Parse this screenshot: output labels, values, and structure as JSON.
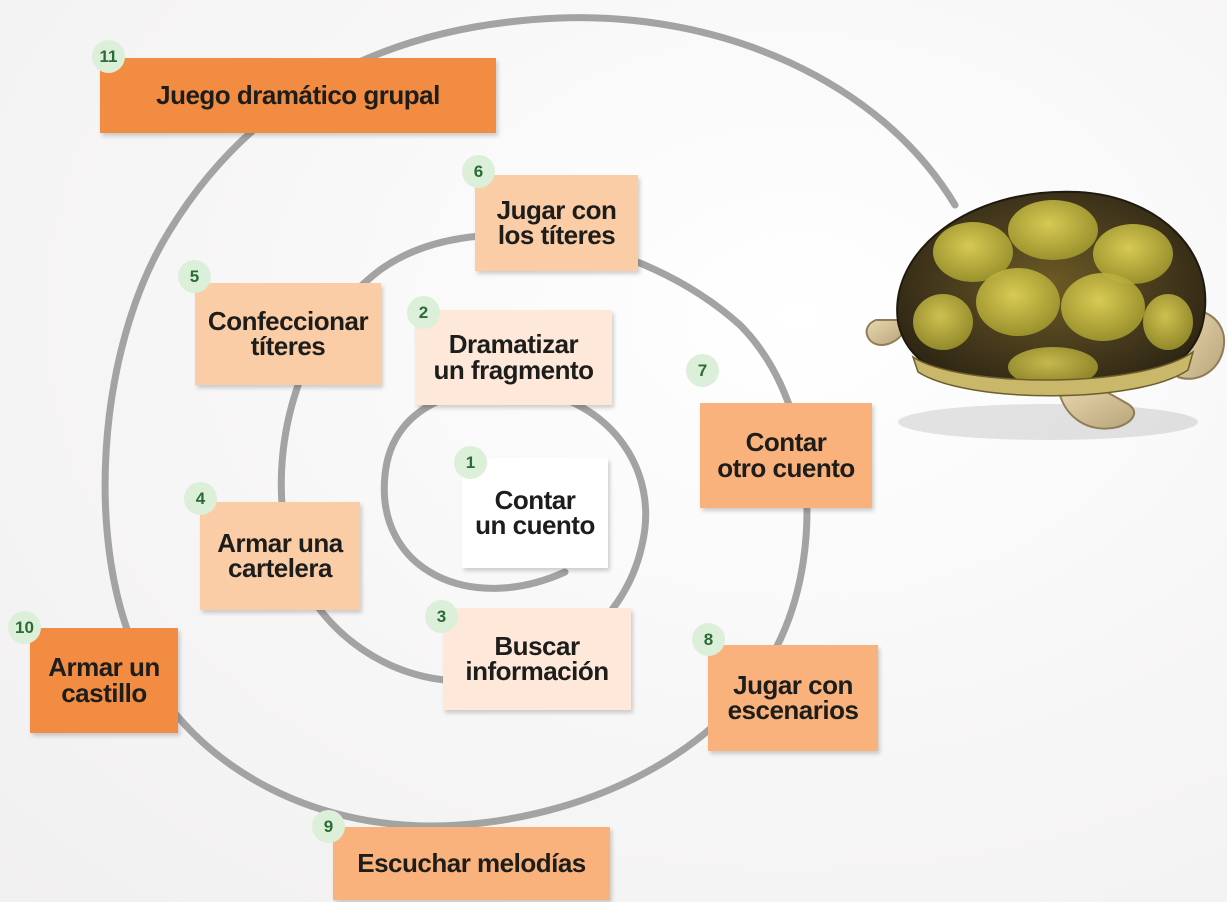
{
  "diagram": {
    "steps": [
      {
        "number": "1",
        "label": "Contar\nun cuento"
      },
      {
        "number": "2",
        "label": "Dramatizar\nun fragmento"
      },
      {
        "number": "3",
        "label": "Buscar\ninformación"
      },
      {
        "number": "4",
        "label": "Armar una\ncartelera"
      },
      {
        "number": "5",
        "label": "Confeccionar\ntíteres"
      },
      {
        "number": "6",
        "label": "Jugar con\nlos títeres"
      },
      {
        "number": "7",
        "label": "Contar\notro cuento"
      },
      {
        "number": "8",
        "label": "Jugar con\nescenarios"
      },
      {
        "number": "9",
        "label": "Escuchar melodías"
      },
      {
        "number": "10",
        "label": "Armar un\ncastillo"
      },
      {
        "number": "11",
        "label": "Juego dramático grupal"
      }
    ]
  },
  "colors": {
    "spiral": "#a3a3a3",
    "box_white": "#ffffff",
    "box_pale": "#fde8da",
    "box_light": "#fbcda6",
    "box_mid": "#f9b27b",
    "box_dark": "#f28c42",
    "number_badge": "#dcefd9",
    "number_text": "#2b6b37"
  },
  "image": {
    "subject": "turtle"
  }
}
